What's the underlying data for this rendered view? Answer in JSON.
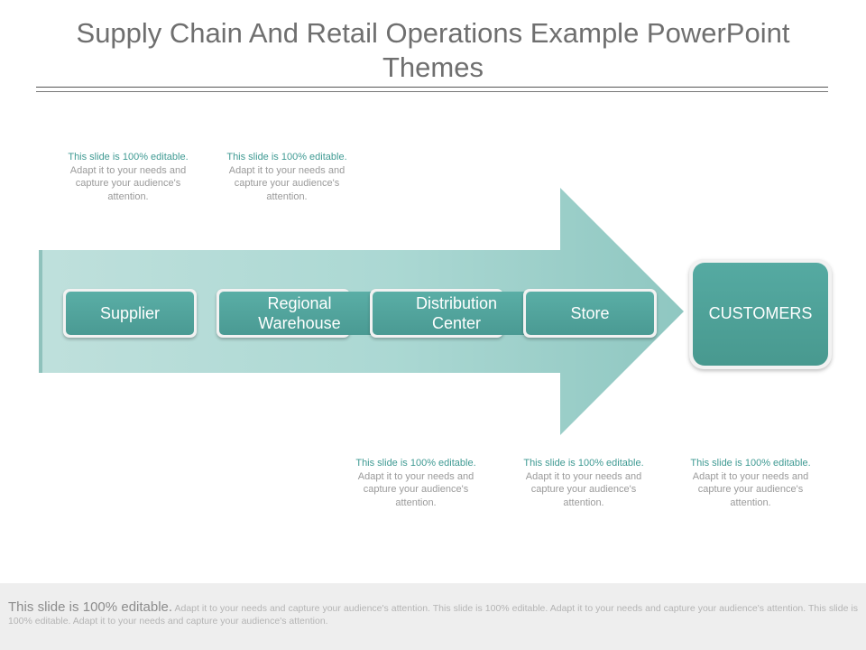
{
  "title": "Supply Chain And Retail Operations Example PowerPoint Themes",
  "steps": [
    {
      "label": "Supplier"
    },
    {
      "label": "Regional Warehouse"
    },
    {
      "label": "Distribution Center"
    },
    {
      "label": "Store"
    }
  ],
  "customers": "CUSTOMERS",
  "notes": {
    "highlight": "This slide is 100% editable.",
    "rest": " Adapt it to your needs and capture your audience's attention."
  },
  "footer": {
    "lead": "This slide is 100% editable.",
    "text": " Adapt it to your needs and capture your audience's attention. This slide is 100% editable. Adapt it to your needs and capture your audience's attention. This slide is 100% editable. Adapt it to your needs and capture your audience's attention."
  },
  "colors": {
    "accent": "#4a9a93",
    "arrow": "#9fd0ca",
    "note_highlight": "#3f9a93"
  }
}
